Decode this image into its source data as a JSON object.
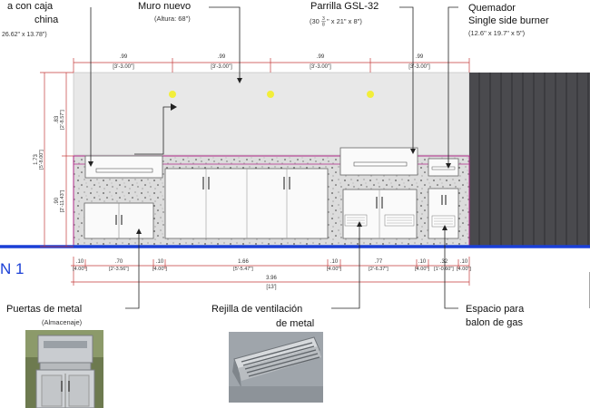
{
  "callouts": {
    "sink_line1": "a con caja",
    "sink_line2": "china",
    "sink_dims": "26.62\" x 13.78\")",
    "wall_title": "Muro nuevo",
    "wall_sub": "(Altura: 68\")",
    "grill_title": "Parrilla GSL-32",
    "grill_dims_pre": "(30",
    "grill_dims_frac_num": "3",
    "grill_dims_frac_den": "8",
    "grill_dims_post": "\" x 21\" x 8\")",
    "burner_title1": "Quemador",
    "burner_title2": "Single side burner",
    "burner_dims": "(12.6\" x 19.7\" x 5\")",
    "doors_title": "Puertas de metal",
    "doors_sub": "(Almacenaje)",
    "vent_title1": "Rejilla de ventilación",
    "vent_title2": "de metal",
    "gas_title1": "Espacio para",
    "gas_title2": "balon de gas",
    "view_label": "N 1"
  },
  "dimensions": {
    "top": [
      {
        "metric": ".99",
        "imperial": "[3'-3.00\"]"
      },
      {
        "metric": ".99",
        "imperial": "[3'-3.00\"]"
      },
      {
        "metric": ".99",
        "imperial": "[3'-3.00\"]"
      },
      {
        "metric": ".99",
        "imperial": "[3'-3.00\"]"
      }
    ],
    "left": [
      {
        "metric": ".83",
        "imperial": "[2'-8.57\"]"
      },
      {
        "metric": ".90",
        "imperial": "[2'-11.43\"]"
      },
      {
        "metric": "1.73",
        "imperial": "[5'-8.00\"]"
      }
    ],
    "bottom": [
      {
        "metric": ".10",
        "imperial": "[4.00\"]"
      },
      {
        "metric": ".70",
        "imperial": "[2'-3.56\"]"
      },
      {
        "metric": ".10",
        "imperial": "[4.00\"]"
      },
      {
        "metric": "1.66",
        "imperial": "[5'-5.47\"]"
      },
      {
        "metric": ".10",
        "imperial": "[4.00\"]"
      },
      {
        "metric": ".77",
        "imperial": "[2'-6.37\"]"
      },
      {
        "metric": ".10",
        "imperial": "[4.00\"]"
      },
      {
        "metric": ".32",
        "imperial": "[1'-0.60\"]"
      },
      {
        "metric": ".10",
        "imperial": "[4.00\"]"
      }
    ],
    "total": {
      "metric": "3.96",
      "imperial": "[13']"
    }
  },
  "colors": {
    "floor": "#1a3fd6",
    "view_label": "#1a3fd6",
    "dim_line": "#c43a3a",
    "dim_text": "#333333",
    "wall_fill": "#e8e8e8",
    "panel_dark": "#4a4a4e",
    "light_fixture": "#f2ee3a",
    "counter_outline": "#b02a8a"
  }
}
